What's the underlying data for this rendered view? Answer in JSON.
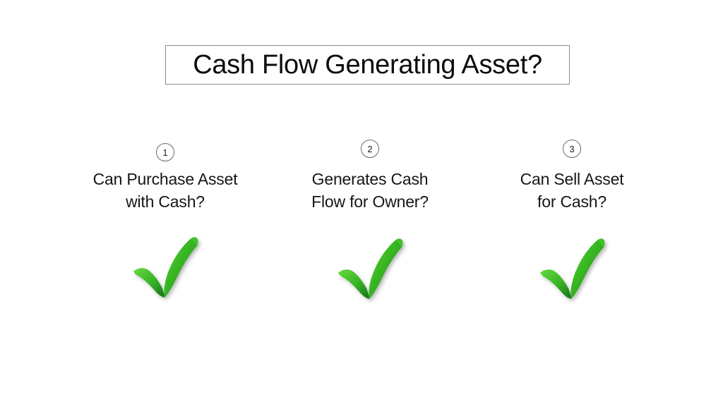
{
  "slide": {
    "background_color": "#ffffff",
    "title": {
      "text": "Cash Flow Generating Asset?",
      "border_color": "#8e8e8e",
      "text_color": "#0d0d0d"
    },
    "columns": [
      {
        "step_number": "1",
        "label": "Can Purchase Asset\nwith Cash?",
        "status_icon": "green-checkmark-icon",
        "status": "yes"
      },
      {
        "step_number": "2",
        "label": "Generates Cash\nFlow for Owner?",
        "status_icon": "green-checkmark-icon",
        "status": "yes"
      },
      {
        "step_number": "3",
        "label": "Can Sell Asset\nfor Cash?",
        "status_icon": "green-checkmark-icon",
        "status": "yes"
      }
    ],
    "colors": {
      "check_light_green": "#4fc92b",
      "check_mid_green": "#2fa81f",
      "check_dark_green": "#16731a",
      "text": "#161616",
      "badge_border": "#6b6b6b"
    }
  }
}
